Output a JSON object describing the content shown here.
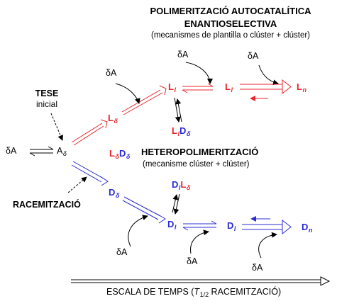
{
  "colors": {
    "red": "#e8262b",
    "blue": "#2b2bd6",
    "black": "#000000"
  },
  "title": {
    "line1": "POLIMERITZACIÓ AUTOCATALÍTICA",
    "line2": "ENANTIOSELECTIVA",
    "line3": "(mecanismes de plantilla o clúster + clúster)"
  },
  "tese": {
    "line1": "TESE",
    "line2": "inicial"
  },
  "racem_label": "RACEMITZACIÓ",
  "hetero": {
    "title": "HETEROPOLIMERITZACIÓ",
    "subtitle": "(mecanisme clúster + clúster)"
  },
  "monomer": {
    "delta": "δ",
    "letter": "A"
  },
  "species": {
    "a_delta": {
      "main": "A",
      "sub": "δ"
    },
    "l_delta": {
      "main": "L",
      "sub": "δ"
    },
    "d_delta": {
      "main": "D",
      "sub": "δ"
    },
    "ld_mix": {
      "m1": "L",
      "s1": "δ",
      "m2": "D",
      "s2": "δ"
    },
    "l_l_1": {
      "main": "L",
      "sub": "l"
    },
    "l_l_2": {
      "main": "L",
      "sub": "l"
    },
    "l_n": {
      "main": "L",
      "sub": "n"
    },
    "ll_dd": {
      "m1": "L",
      "s1": "l",
      "m2": "D",
      "s2": "δ"
    },
    "dl_ld": {
      "m1": "D",
      "s1": "l",
      "m2": "L",
      "s2": "δ"
    },
    "d_l_1": {
      "main": "D",
      "sub": "l"
    },
    "d_l_2": {
      "main": "D",
      "sub": "l"
    },
    "d_n": {
      "main": "D",
      "sub": "n"
    }
  },
  "timescale": {
    "prefix": "ESCALA DE TEMPS (",
    "T": "T",
    "T_sub": "1/2",
    "suffix": " RACEMITZACIÓ)"
  }
}
